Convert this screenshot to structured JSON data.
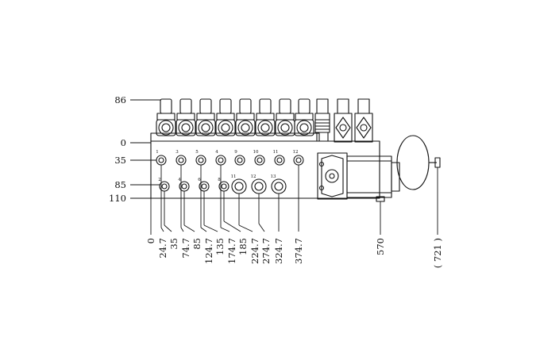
{
  "vertical_dimensions": [
    "86",
    "0",
    "35",
    "85",
    "110"
  ],
  "horizontal_dimensions": [
    "0",
    "24.7",
    "35",
    "74.7",
    "85",
    "124.7",
    "135",
    "174.7",
    "185",
    "224.7",
    "274.7",
    "324.7",
    "374.7",
    "570",
    "( 721 )"
  ],
  "port_numbers_top": [
    "1",
    "3",
    "5",
    "4",
    "9",
    "10",
    "11",
    "12"
  ],
  "port_numbers_bottom": [
    "2",
    "4",
    "6",
    "8",
    "11",
    "12",
    "13"
  ],
  "colors": {
    "line": "#111111",
    "background": "#ffffff"
  }
}
